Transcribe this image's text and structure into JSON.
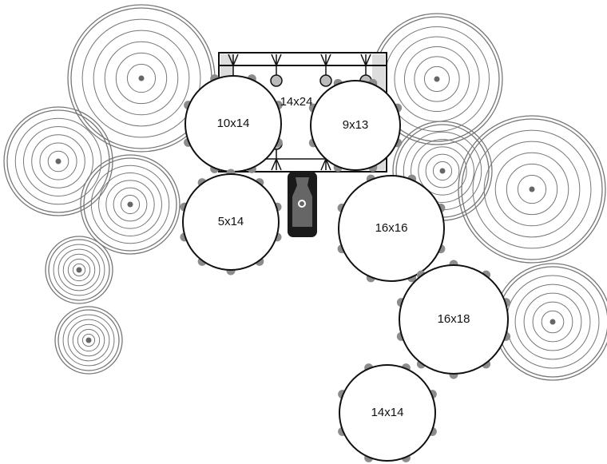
{
  "diagram": {
    "title": "Drum kit setup",
    "bass_drum": {
      "label": "14x24"
    },
    "drums": [
      {
        "id": "rack-tom-1",
        "label": "10x14"
      },
      {
        "id": "rack-tom-2",
        "label": "9x13"
      },
      {
        "id": "snare",
        "label": "5x14"
      },
      {
        "id": "floor-tom-1",
        "label": "16x16"
      },
      {
        "id": "floor-tom-2",
        "label": "16x18"
      },
      {
        "id": "floor-tom-3",
        "label": "14x14"
      }
    ],
    "cymbals": [
      "crash-left",
      "splash-left",
      "hihat",
      "small-left-1",
      "small-left-2",
      "crash-right",
      "china-right",
      "ride",
      "crash-far-right"
    ],
    "colors": {
      "line": "#111111",
      "lug": "#8c8c8c",
      "cymbal": "#777777",
      "pedal": "#1a1a1a"
    }
  }
}
